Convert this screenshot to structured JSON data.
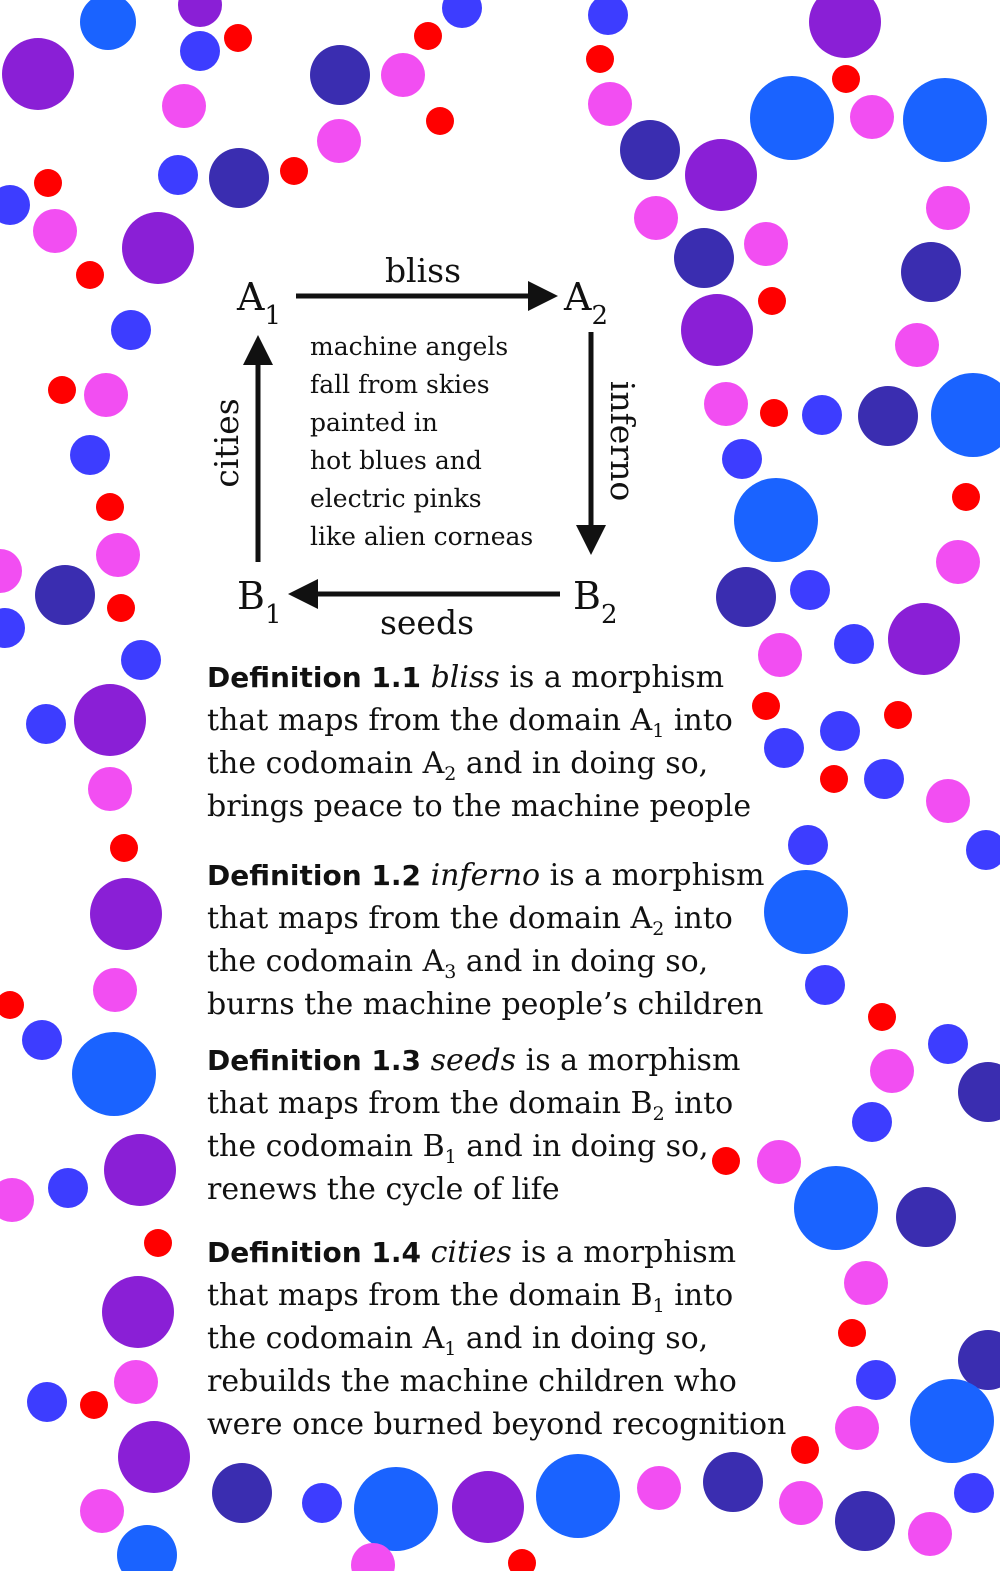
{
  "diagram": {
    "nodes": {
      "a1": {
        "base": "A",
        "sub": "1"
      },
      "a2": {
        "base": "A",
        "sub": "2"
      },
      "b1": {
        "base": "B",
        "sub": "1"
      },
      "b2": {
        "base": "B",
        "sub": "2"
      }
    },
    "arrows": {
      "top": "bliss",
      "right": "inferno",
      "bottom": "seeds",
      "left": "cities"
    },
    "poem": [
      "machine angels",
      "fall from skies",
      "painted in",
      "hot blues and",
      "electric pinks",
      "like alien corneas"
    ]
  },
  "definitions": [
    {
      "label": "Definition 1.1",
      "name": "bliss",
      "phrase": "is a morphism",
      "line2_pre": "that maps from the domain ",
      "domain": {
        "base": "A",
        "sub": "1"
      },
      "line2_post": " into",
      "line3_pre": "the codomain ",
      "codomain": {
        "base": "A",
        "sub": "2"
      },
      "line3_post": " and in doing so,",
      "effect": [
        "brings peace to the machine people"
      ]
    },
    {
      "label": "Definition 1.2",
      "name": "inferno",
      "phrase": "is a morphism",
      "line2_pre": "that maps from the domain ",
      "domain": {
        "base": "A",
        "sub": "2"
      },
      "line2_post": " into",
      "line3_pre": "the codomain ",
      "codomain": {
        "base": "A",
        "sub": "3"
      },
      "line3_post": " and in doing so,",
      "effect": [
        "burns the machine people’s children"
      ]
    },
    {
      "label": "Definition 1.3",
      "name": "seeds",
      "phrase": "is a morphism",
      "line2_pre": "that maps from the domain ",
      "domain": {
        "base": "B",
        "sub": "2"
      },
      "line2_post": " into",
      "line3_pre": "the codomain ",
      "codomain": {
        "base": "B",
        "sub": "1"
      },
      "line3_post": " and in doing so,",
      "effect": [
        "renews the cycle of life"
      ]
    },
    {
      "label": "Definition 1.4",
      "name": "cities",
      "phrase": "is a morphism",
      "line2_pre": "that maps from the domain ",
      "domain": {
        "base": "B",
        "sub": "1"
      },
      "line2_post": " into",
      "line3_pre": "the codomain ",
      "codomain": {
        "base": "A",
        "sub": "1"
      },
      "line3_post": " and in doing so,",
      "effect": [
        "rebuilds the machine children who",
        "were once burned beyond recognition"
      ]
    }
  ],
  "palette": {
    "red": "#ff0000",
    "pink": "#f24ef2",
    "violet": "#8a1fd6",
    "indigo": "#3a2db0",
    "blue": "#3d3dff",
    "azure": "#1a63ff"
  }
}
